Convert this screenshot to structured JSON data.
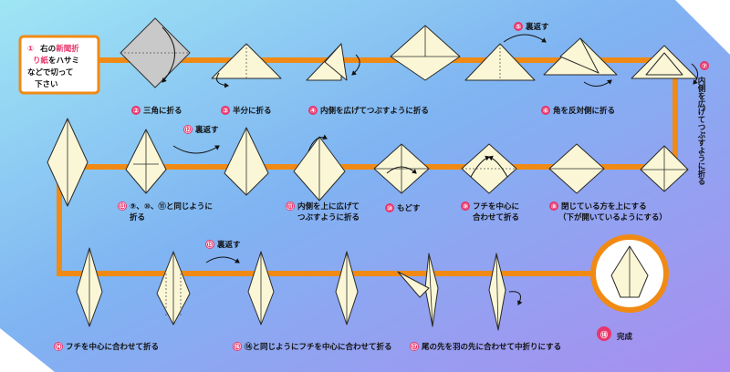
{
  "colors": {
    "path": "#f08a14",
    "number_circle": "#e8356b",
    "paper": "#fbf7d6",
    "done_circle": "#f08a14"
  },
  "intro": {
    "num": "①",
    "line1_a": "右の",
    "line1_b": "新聞折",
    "line2_a": "り紙",
    "line2_b": "をハサミ",
    "line3": "などで切って",
    "line4": "下さい"
  },
  "steps": [
    {
      "num": "②",
      "text": "三角に折る"
    },
    {
      "num": "③",
      "text": "半分に折る"
    },
    {
      "num": "④",
      "text": "内側を広げてつぶすように折る"
    },
    {
      "num": "⑤",
      "text": "裏返す"
    },
    {
      "num": "⑥",
      "text": "角を反対側に折る"
    },
    {
      "num": "⑦",
      "text": "内側を広げてつぶすように折る"
    },
    {
      "num": "⑧",
      "text": "閉じている方を上にする",
      "text2": "（下が開いているようにする）"
    },
    {
      "num": "⑨",
      "text": "フチを中心に",
      "text2": "合わせて折る"
    },
    {
      "num": "⑩",
      "text": "もどす"
    },
    {
      "num": "⑪",
      "text": "内側を上に広げて",
      "text2": "つぶすように折る"
    },
    {
      "num": "⑫",
      "text": "裏返す"
    },
    {
      "num": "⑬",
      "text": "⑨、⑩、⑪と同じように",
      "text2": "折る"
    },
    {
      "num": "⑭",
      "text": "フチを中心に合わせて折る"
    },
    {
      "num": "⑮",
      "text": "裏返す"
    },
    {
      "num": "⑯",
      "text": "⑭と同じようにフチを中心に合わせて折る"
    },
    {
      "num": "⑰",
      "text": "尾の先を羽の先に合わせて中折りにする"
    }
  ],
  "final": {
    "num": "⑱",
    "text": "完成"
  }
}
